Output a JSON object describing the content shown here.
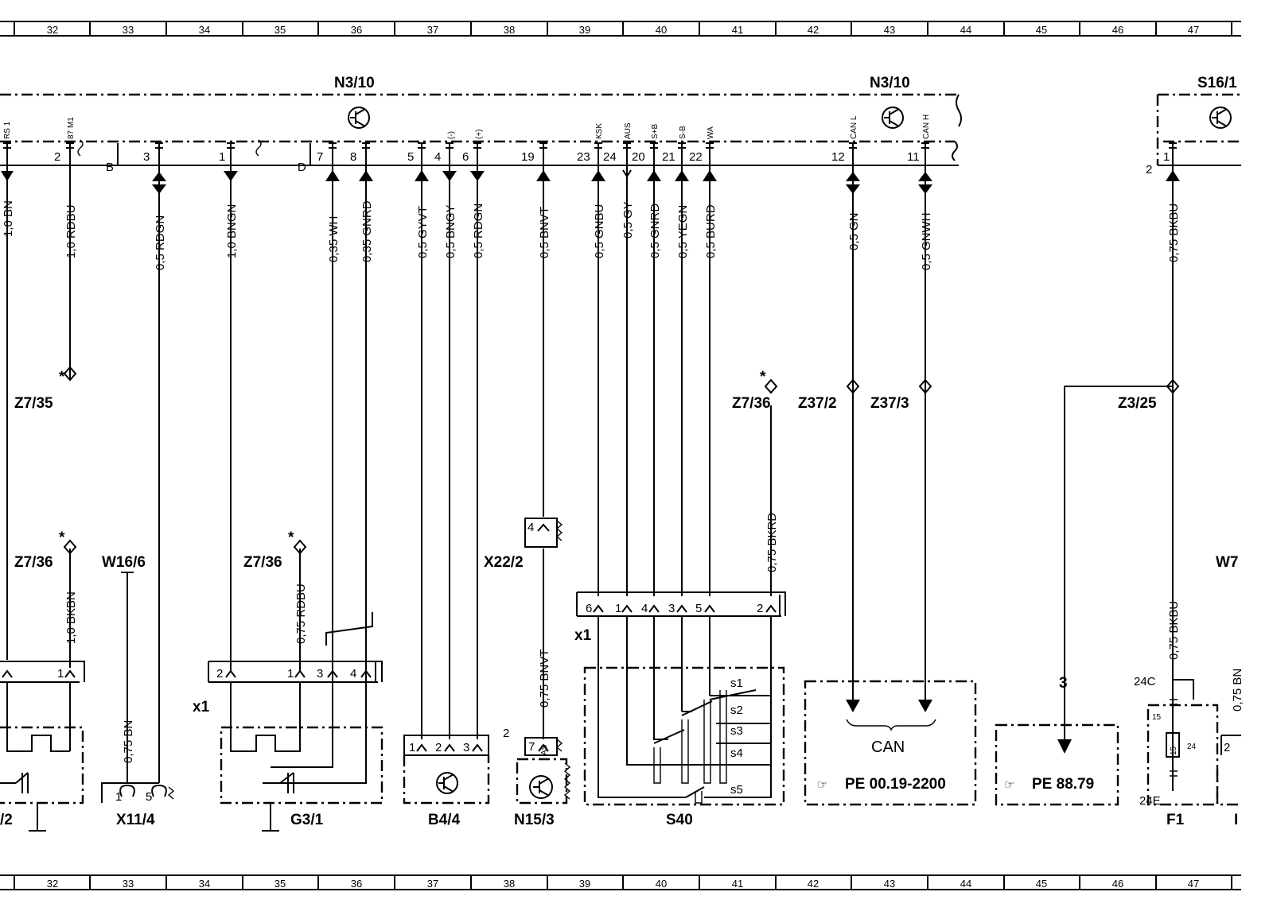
{
  "grid_columns": [
    "32",
    "33",
    "34",
    "35",
    "36",
    "37",
    "38",
    "39",
    "40",
    "41",
    "42",
    "43",
    "44",
    "45",
    "46",
    "47"
  ],
  "components": {
    "n3_10_left": "N3/10",
    "n3_10_right": "N3/10",
    "s16": "S16/1",
    "z7_35": "Z7/35",
    "z7_36_a": "Z7/36",
    "z7_36_b": "Z7/36",
    "z7_36_c": "Z7/36",
    "w16_6": "W16/6",
    "x22_2": "X22/2",
    "z37_2": "Z37/2",
    "z37_3": "Z37/3",
    "z3_25": "Z3/25",
    "w7": "W7",
    "x11_4": "X11/4",
    "g3_1": "G3/1",
    "b4_4": "B4/4",
    "n15_3": "N15/3",
    "s40": "S40",
    "f1": "F1",
    "left_cut": "/2",
    "right_cut": "I",
    "x1_a": "x1",
    "x1_b": "x1",
    "can_box": "CAN",
    "pe_can": "PE 00.19-2200",
    "pe_right": "PE 88.79",
    "branch_3": "3",
    "star": "*",
    "conn_b": "B",
    "conn_d": "D"
  },
  "pin_labels": [
    "RS 1",
    "87 M1",
    "KSK",
    "AUS",
    "S+B",
    "S-B",
    "WA",
    "CAN L",
    "CAN H",
    "(-)",
    "(+)",
    "AS"
  ],
  "wires": [
    "1,0 BN",
    "1,0 RDBU",
    "0,5 RDGN",
    "1,0 BNGN",
    "0,35 WH",
    "0,35 GNRD",
    "0,5 GYVT",
    "0,5 BNGY",
    "0,5 RDGN",
    "0,5 BNVT",
    "0,5 GNBU",
    "0,5 GY",
    "0,5 GNRD",
    "0,5 YEGN",
    "0,5 BURD",
    "0,5 GN",
    "0,5 GNWH",
    "0,75 BKBU",
    "1,0 BKBN",
    "0,75 BN",
    "0,75 RDBU",
    "0,75 BNVT",
    "0,75 BKRD",
    "0,75 BKBU",
    "0,75 BN"
  ],
  "pins": [
    "2",
    "3",
    "1",
    "7",
    "8",
    "5",
    "4",
    "6",
    "19",
    "23",
    "24",
    "20",
    "21",
    "22",
    "12",
    "11",
    "2",
    "1"
  ],
  "switches": [
    "s1",
    "s2",
    "s3",
    "s4",
    "s5"
  ],
  "fuse": {
    "top": "24C",
    "bottom": "24E",
    "p15a": "15",
    "p15b": "15",
    "p24": "24"
  },
  "x1_pins_a": [
    "1",
    "2",
    "1",
    "3",
    "4"
  ],
  "x1_pins_s40": [
    "6",
    "1",
    "4",
    "3",
    "5",
    "2"
  ],
  "b4_pins": [
    "1",
    "2",
    "3"
  ],
  "n15_pins": [
    "2",
    "7"
  ],
  "x11_pins": [
    "1",
    "5"
  ],
  "x22_pin": "4",
  "ref_icon": "pointing-hand-icon"
}
